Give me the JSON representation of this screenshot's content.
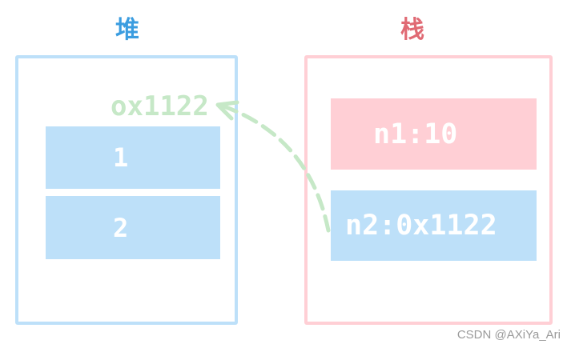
{
  "colors": {
    "heap_title": "#3b9de0",
    "heap_frame": "#bde0f9",
    "heap_cell": "#bde0f9",
    "stack_title": "#e06a74",
    "stack_frame": "#ffcfd5",
    "stack_cell_primitive": "#ffcfd5",
    "stack_cell_reference": "#bde0f9",
    "address_text": "#c6e8c7",
    "arrow": "#c6e8c7"
  },
  "heap": {
    "title": "堆",
    "address": "ox1122",
    "cells": [
      "1",
      "2"
    ]
  },
  "stack": {
    "title": "栈",
    "cells": [
      "n1:10",
      "n2:0x1122"
    ]
  },
  "watermark": "CSDN @AXiYa_Ari"
}
